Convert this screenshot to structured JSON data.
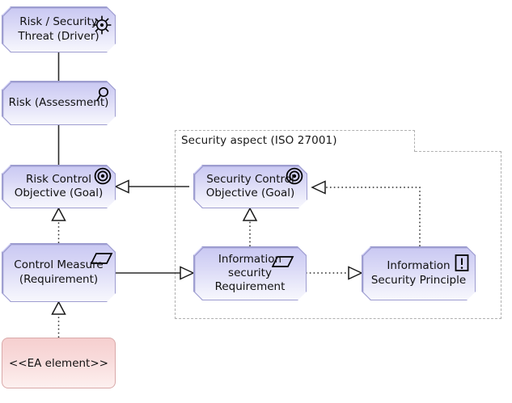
{
  "diagram": {
    "title": "Security aspect (ISO 27001)",
    "background": "#ffffff",
    "group": {
      "label": "Security aspect (ISO 27001)"
    },
    "colors": {
      "motivation_fill_top": "#c9c8f2",
      "motivation_fill_bottom": "#f7f7fd",
      "motivation_border": "#9e9ed0",
      "ea_fill_top": "#f6cfcf",
      "ea_fill_bottom": "#fdf0ef",
      "ea_border": "#d9a9a9",
      "group_border": "#b0b0b0",
      "connector": "#2b2b2b",
      "text": "#111111"
    },
    "nodes": [
      {
        "id": "risk-security-threat",
        "label": "Risk / Security\nThreat (Driver)",
        "line1": "Risk / Security",
        "line2": "Threat (Driver)",
        "icon": "driver-steering-wheel-icon",
        "type": "motivation-driver"
      },
      {
        "id": "risk-assessment",
        "label": "Risk (Assessment)",
        "line1": "Risk (Assessment)",
        "line2": "",
        "icon": "assessment-magnifier-icon",
        "type": "motivation-assessment"
      },
      {
        "id": "risk-control-objective",
        "label": "Risk Control\nObjective (Goal)",
        "line1": "Risk Control",
        "line2": "Objective (Goal)",
        "icon": "goal-bullseye-icon",
        "type": "motivation-goal"
      },
      {
        "id": "control-measure",
        "label": "Control Measure\n(Requirement)",
        "line1": "Control Measure",
        "line2": "(Requirement)",
        "icon": "requirement-parallelogram-icon",
        "type": "motivation-requirement"
      },
      {
        "id": "ea-element",
        "label": "<<EA element>>",
        "icon": "none",
        "type": "ea-element"
      },
      {
        "id": "security-control-objective",
        "label": "Security Control\nObjective (Goal)",
        "line1": "Security Control",
        "line2": "Objective (Goal)",
        "icon": "goal-bullseye-icon",
        "type": "motivation-goal"
      },
      {
        "id": "information-security-requirement",
        "label": "Information\nsecurity\nRequirement",
        "line1": "Information",
        "line2": "security",
        "line3": "Requirement",
        "icon": "requirement-parallelogram-icon",
        "type": "motivation-requirement"
      },
      {
        "id": "information-security-principle",
        "label": "Information\nSecurity Principle",
        "line1": "Information",
        "line2": "Security Principle",
        "icon": "principle-exclamation-icon",
        "type": "motivation-principle"
      }
    ],
    "connections": [
      {
        "id": "threat-to-risk",
        "from": "risk-security-threat",
        "to": "risk-assessment",
        "style": "solid",
        "arrow": "none"
      },
      {
        "id": "risk-to-objective",
        "from": "risk-assessment",
        "to": "risk-control-objective",
        "style": "solid",
        "arrow": "none"
      },
      {
        "id": "security-objective-to-risk-objective",
        "from": "security-control-objective",
        "to": "risk-control-objective",
        "style": "solid",
        "arrow": "hollow-triangle"
      },
      {
        "id": "control-measure-realizes-risk-objective",
        "from": "control-measure",
        "to": "risk-control-objective",
        "style": "dotted",
        "arrow": "hollow-triangle"
      },
      {
        "id": "ea-element-realizes-control-measure",
        "from": "ea-element",
        "to": "control-measure",
        "style": "dotted",
        "arrow": "hollow-triangle"
      },
      {
        "id": "info-sec-req-realizes-security-objective",
        "from": "information-security-requirement",
        "to": "security-control-objective",
        "style": "dotted",
        "arrow": "hollow-triangle"
      },
      {
        "id": "control-measure-to-info-sec-req",
        "from": "control-measure",
        "to": "information-security-requirement",
        "style": "solid",
        "arrow": "hollow-triangle"
      },
      {
        "id": "info-sec-req-to-principle",
        "from": "information-security-requirement",
        "to": "information-security-principle",
        "style": "dotted",
        "arrow": "hollow-triangle"
      },
      {
        "id": "principle-realizes-security-objective",
        "from": "information-security-principle",
        "to": "security-control-objective",
        "style": "dotted",
        "arrow": "hollow-triangle"
      }
    ]
  }
}
